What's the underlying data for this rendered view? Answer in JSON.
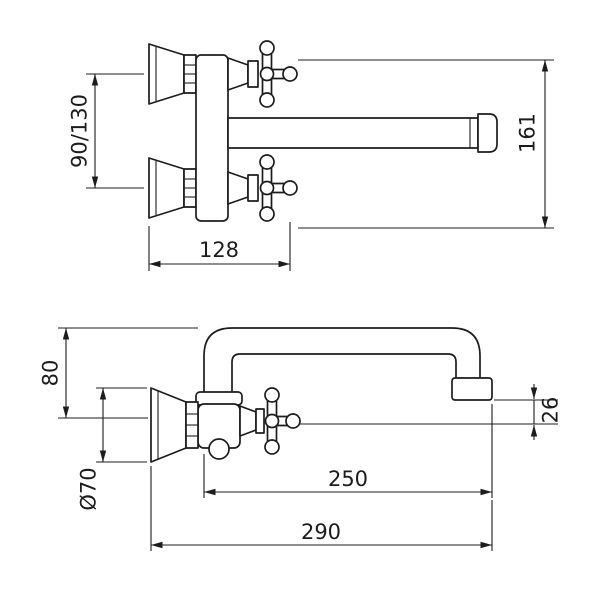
{
  "drawing": {
    "ink_color": "#1c1c1c",
    "background_color": "#ffffff",
    "dimensions": {
      "wall_centers": {
        "label": "90/130"
      },
      "overall_height": {
        "label": "161"
      },
      "wall_to_handle": {
        "label": "128"
      },
      "spout_rise": {
        "label": "80"
      },
      "flange_diameter": {
        "label": "Ø70"
      },
      "spout_reach": {
        "label": "250"
      },
      "overall_reach": {
        "label": "290"
      },
      "outlet_drop": {
        "label": "26"
      }
    }
  }
}
